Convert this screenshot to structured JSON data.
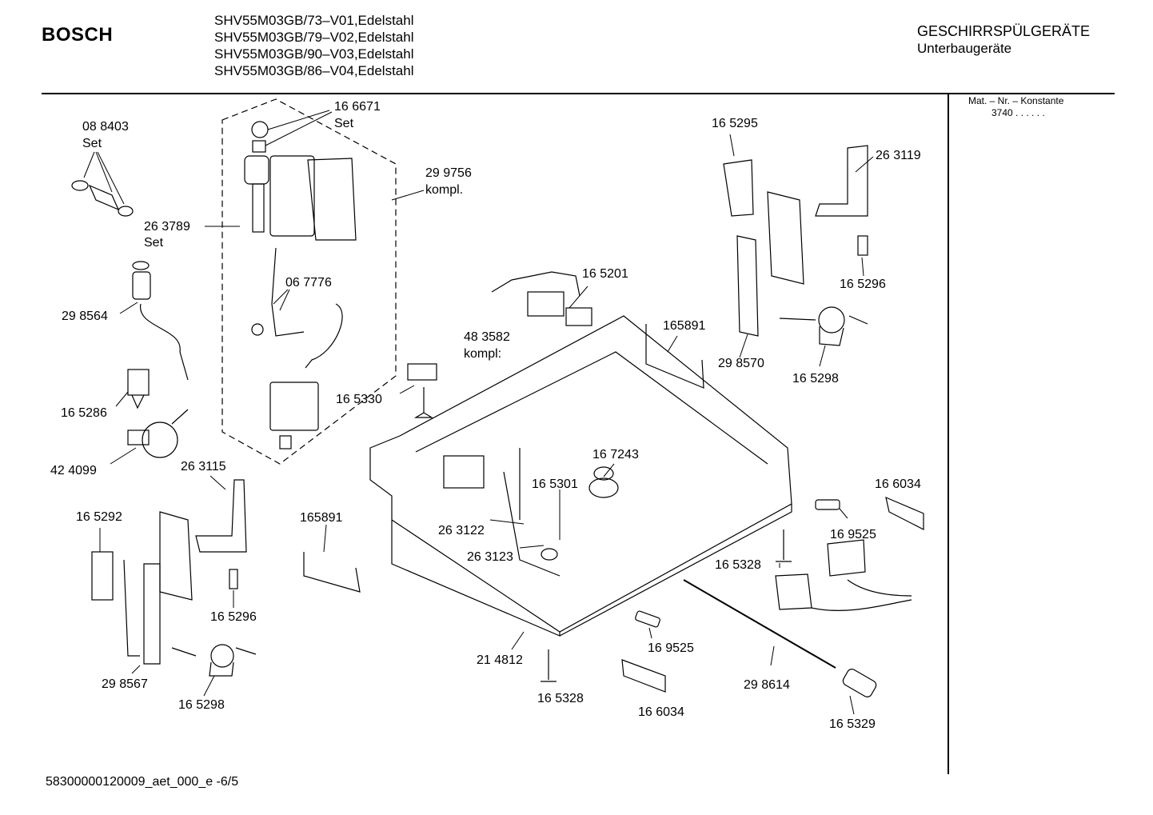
{
  "header": {
    "brand": "BOSCH",
    "models": [
      "SHV55M03GB/73–V01,Edelstahl",
      "SHV55M03GB/79–V02,Edelstahl",
      "SHV55M03GB/90–V03,Edelstahl",
      "SHV55M03GB/86–V04,Edelstahl"
    ],
    "category": "GESCHIRRSPÜLGERÄTE",
    "subcategory": "Unterbaugeräte"
  },
  "sidebar": {
    "matnr_label": "Mat. – Nr. – Konstante",
    "matnr_value": "3740 . . . . . ."
  },
  "labels": [
    {
      "id": "l-088403",
      "text": "08 8403"
    },
    {
      "id": "l-088403-set",
      "text": "Set"
    },
    {
      "id": "l-166671",
      "text": "16 6671"
    },
    {
      "id": "l-166671-set",
      "text": "Set"
    },
    {
      "id": "l-299756",
      "text": "29 9756"
    },
    {
      "id": "l-299756-k",
      "text": "kompl."
    },
    {
      "id": "l-263789",
      "text": "26 3789"
    },
    {
      "id": "l-263789-set",
      "text": "Set"
    },
    {
      "id": "l-067776",
      "text": "06 7776"
    },
    {
      "id": "l-298564",
      "text": "29 8564"
    },
    {
      "id": "l-165286",
      "text": "16 5286"
    },
    {
      "id": "l-424099",
      "text": "42 4099"
    },
    {
      "id": "l-165330",
      "text": "16 5330"
    },
    {
      "id": "l-165201",
      "text": "16 5201"
    },
    {
      "id": "l-483582",
      "text": "48 3582"
    },
    {
      "id": "l-483582-k",
      "text": "kompl:"
    },
    {
      "id": "l-165295",
      "text": "16 5295"
    },
    {
      "id": "l-263119",
      "text": "26 3119"
    },
    {
      "id": "l-165296a",
      "text": "16 5296"
    },
    {
      "id": "l-165891a",
      "text": "165891"
    },
    {
      "id": "l-298570",
      "text": "29 8570"
    },
    {
      "id": "l-165298a",
      "text": "16 5298"
    },
    {
      "id": "l-263115",
      "text": "26 3115"
    },
    {
      "id": "l-165292",
      "text": "16 5292"
    },
    {
      "id": "l-165891b",
      "text": "165891"
    },
    {
      "id": "l-167243",
      "text": "16 7243"
    },
    {
      "id": "l-165301",
      "text": "16 5301"
    },
    {
      "id": "l-263122",
      "text": "26 3122"
    },
    {
      "id": "l-263123",
      "text": "26 3123"
    },
    {
      "id": "l-166034a",
      "text": "16 6034"
    },
    {
      "id": "l-169525a",
      "text": "16 9525"
    },
    {
      "id": "l-165328a",
      "text": "16 5328"
    },
    {
      "id": "l-165296b",
      "text": "16 5296"
    },
    {
      "id": "l-298567",
      "text": "29 8567"
    },
    {
      "id": "l-165298b",
      "text": "16 5298"
    },
    {
      "id": "l-214812",
      "text": "21 4812"
    },
    {
      "id": "l-165328b",
      "text": "16 5328"
    },
    {
      "id": "l-169525b",
      "text": "16 9525"
    },
    {
      "id": "l-166034b",
      "text": "16 6034"
    },
    {
      "id": "l-298614",
      "text": "29 8614"
    },
    {
      "id": "l-165329",
      "text": "16 5329"
    }
  ],
  "footer": {
    "doc_id": "58300000120009_aet_000_e  -6/5"
  }
}
